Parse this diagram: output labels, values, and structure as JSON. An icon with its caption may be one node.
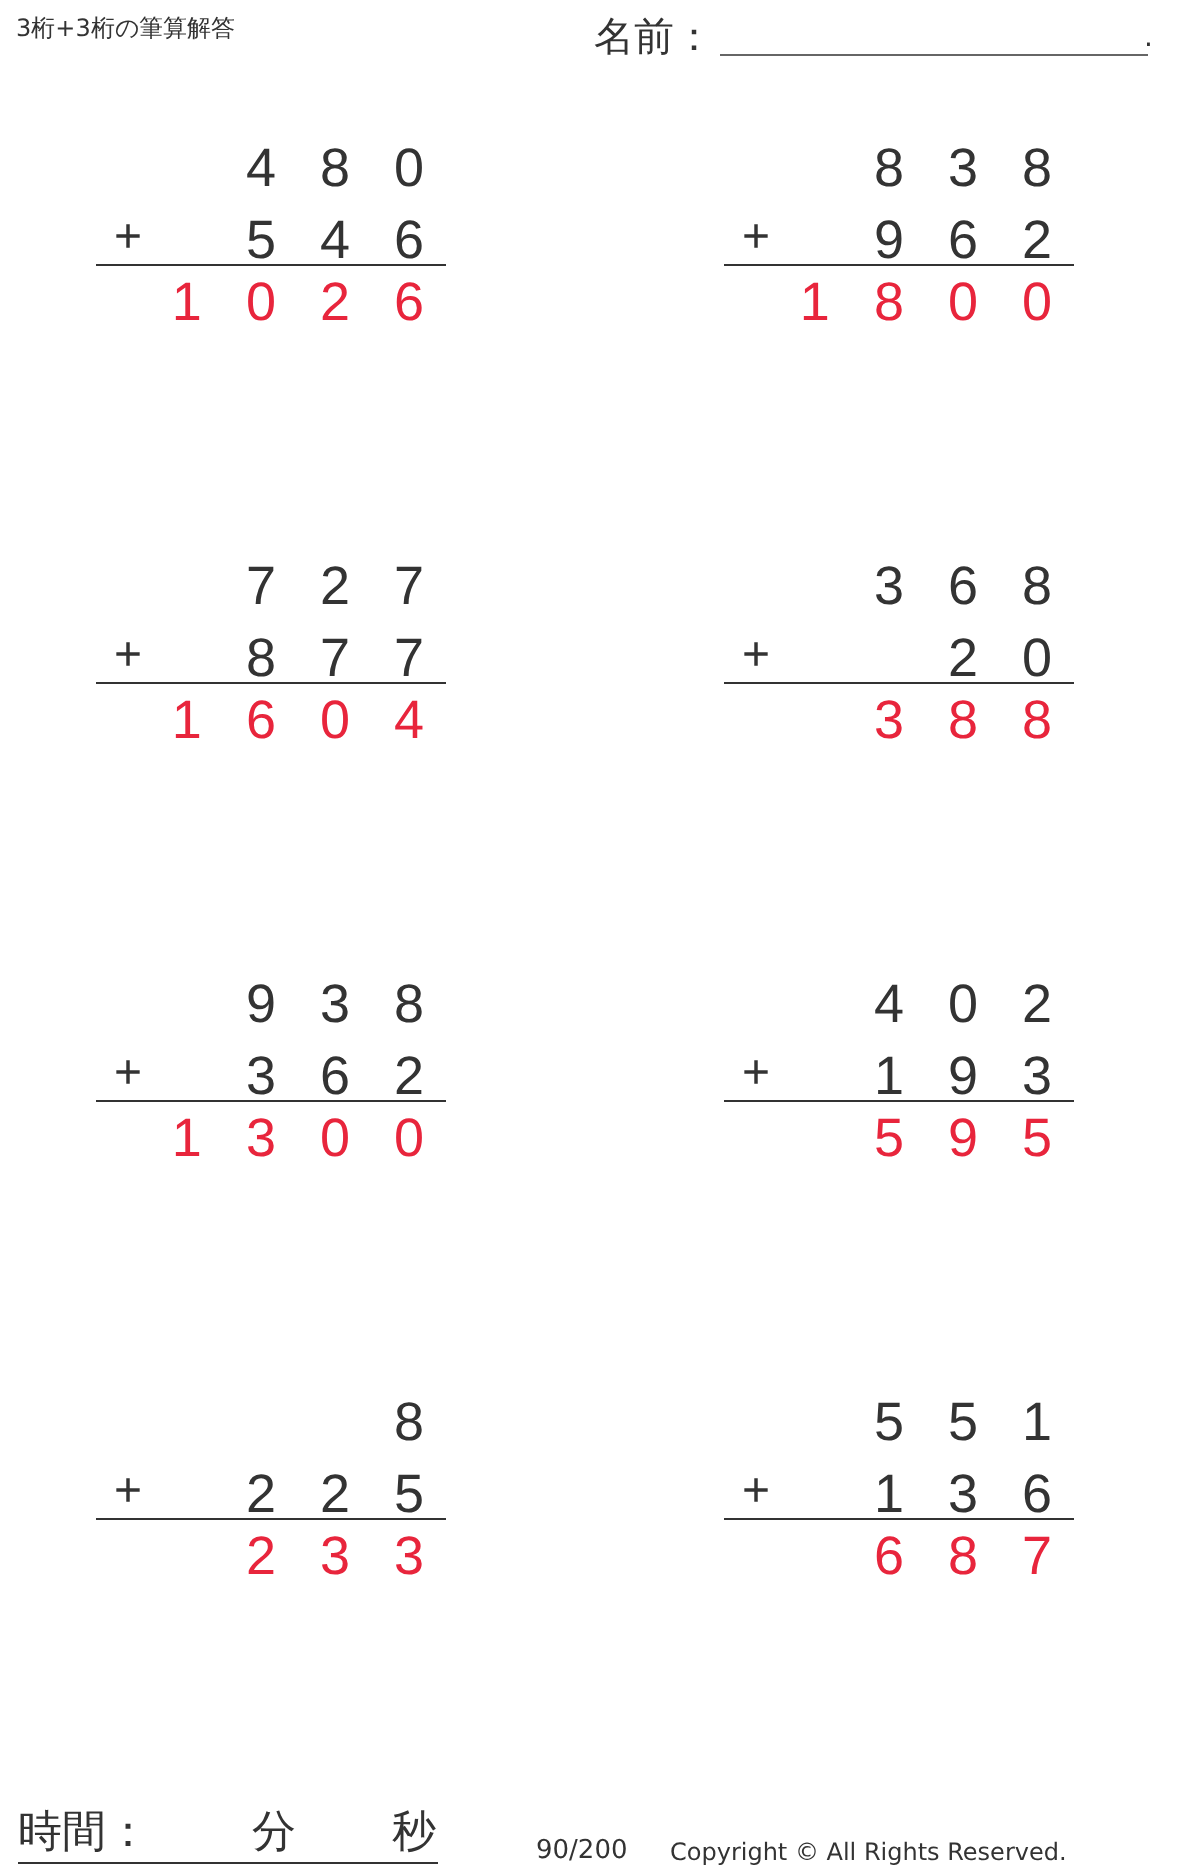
{
  "diagram": {
    "title": "3桁+3桁の筆算解答",
    "labels": [
      "名前：",
      ".",
      "480",
      "+",
      "546",
      "1026",
      "838",
      "+",
      "962",
      "1800",
      "727",
      "+",
      "877",
      "1604",
      "368",
      "+",
      "20",
      "388",
      "938",
      "+",
      "362",
      "1300",
      "402",
      "+",
      "193",
      "595",
      "8",
      "+",
      "225",
      "233",
      "551",
      "+",
      "136",
      "687",
      "時間：",
      "分",
      "秒",
      "90/200",
      "Copyright © All Rights Reserved."
    ]
  }
}
